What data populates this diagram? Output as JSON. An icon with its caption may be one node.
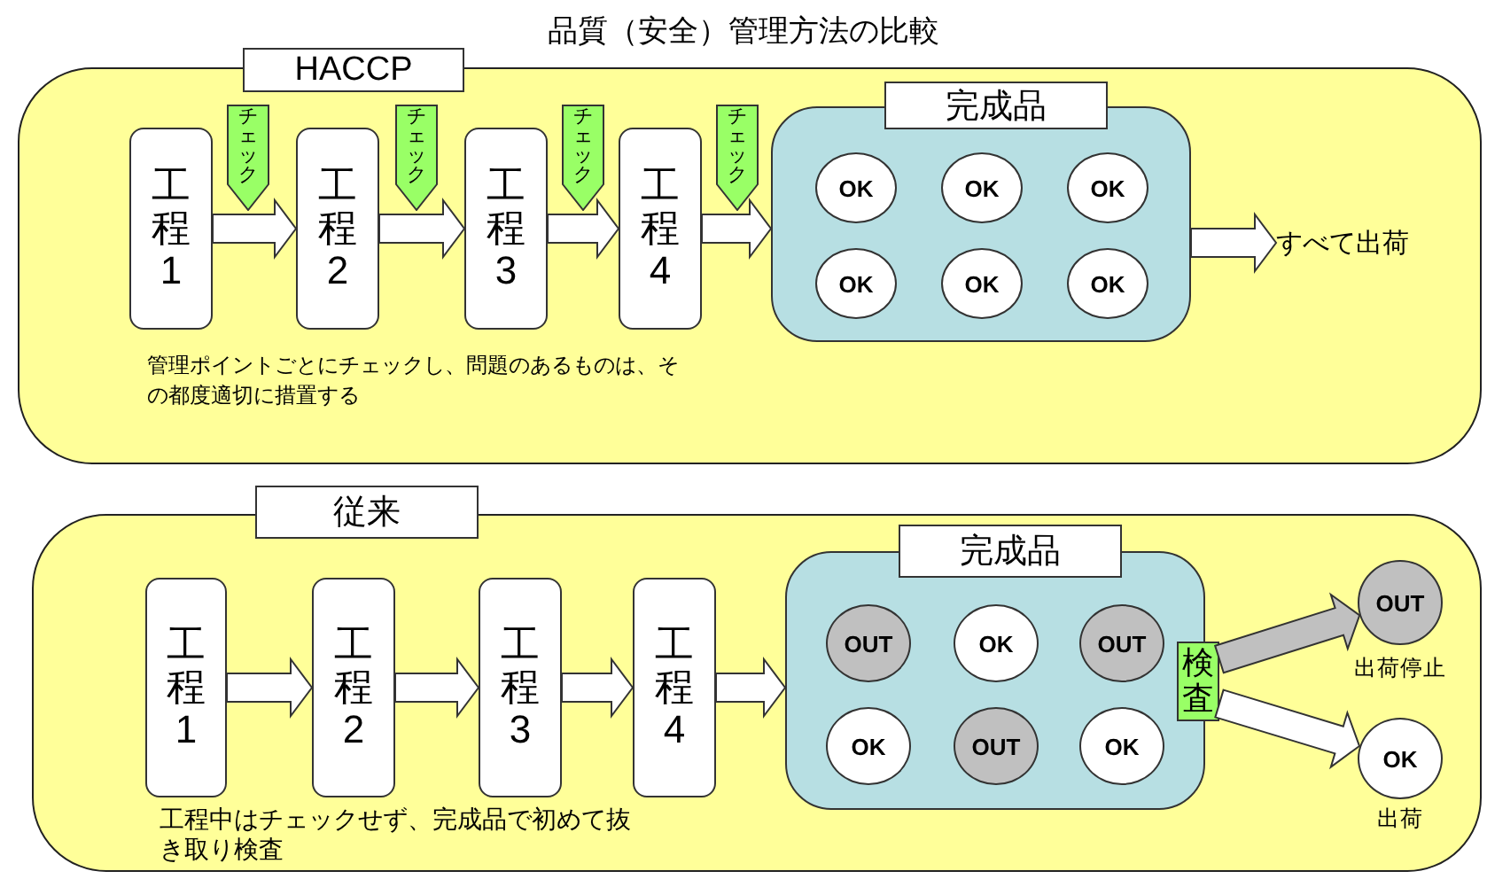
{
  "diagram": {
    "title": "品質（安全）管理方法の比較",
    "nodes": [
      {
        "text": [
          "HACCP",
          "管理ポイントごとにチェックし、問題のあるものは、その都度適切に措置する"
        ]
      },
      {
        "text": [
          "工程1"
        ],
        "in": 0
      },
      {
        "text": [
          "工程2"
        ],
        "in": 0
      },
      {
        "text": [
          "工程3"
        ],
        "in": 0
      },
      {
        "text": [
          "工程4"
        ],
        "in": 0
      },
      {
        "text": [
          "チェック"
        ],
        "in": 0
      },
      {
        "text": [
          "チェック"
        ],
        "in": 0
      },
      {
        "text": [
          "チェック"
        ],
        "in": 0
      },
      {
        "text": [
          "チェック"
        ],
        "in": 0
      },
      {
        "text": [
          "完成品"
        ],
        "in": 0
      },
      {
        "text": [
          "OK"
        ],
        "in": 9
      },
      {
        "text": [
          "OK"
        ],
        "in": 9
      },
      {
        "text": [
          "OK"
        ],
        "in": 9
      },
      {
        "text": [
          "OK"
        ],
        "in": 9
      },
      {
        "text": [
          "OK"
        ],
        "in": 9
      },
      {
        "text": [
          "OK"
        ],
        "in": 9
      },
      {
        "text": [
          "すべて出荷"
        ],
        "in": 0
      },
      {
        "text": [
          "従来",
          "工程中はチェックせず、完成品で初めて抜き取り検査"
        ]
      },
      {
        "text": [
          "工程1"
        ],
        "in": 17
      },
      {
        "text": [
          "工程2"
        ],
        "in": 17
      },
      {
        "text": [
          "工程3"
        ],
        "in": 17
      },
      {
        "text": [
          "工程4"
        ],
        "in": 17
      },
      {
        "text": [
          "完成品"
        ],
        "in": 17
      },
      {
        "text": [
          "OUT"
        ],
        "in": 22
      },
      {
        "text": [
          "OK"
        ],
        "in": 22
      },
      {
        "text": [
          "OUT"
        ],
        "in": 22
      },
      {
        "text": [
          "OK"
        ],
        "in": 22
      },
      {
        "text": [
          "OUT"
        ],
        "in": 22
      },
      {
        "text": [
          "OK"
        ],
        "in": 22
      },
      {
        "text": [
          "検査"
        ],
        "in": 17
      },
      {
        "text": [
          "OUT"
        ],
        "in": 17,
        "beside": [
          "出荷停止"
        ]
      },
      {
        "text": [
          "OK"
        ],
        "in": 17,
        "beside": [
          "出荷"
        ]
      }
    ],
    "edges": [
      {
        "from": 1,
        "to": 2,
        "arrow": "to"
      },
      {
        "from": 2,
        "to": 3,
        "arrow": "to"
      },
      {
        "from": 3,
        "to": 4,
        "arrow": "to"
      },
      {
        "from": 4,
        "to": 9,
        "arrow": "to"
      },
      {
        "from": 9,
        "to": 16,
        "arrow": "to"
      },
      {
        "from": 18,
        "to": 19,
        "arrow": "to"
      },
      {
        "from": 19,
        "to": 20,
        "arrow": "to"
      },
      {
        "from": 20,
        "to": 21,
        "arrow": "to"
      },
      {
        "from": 21,
        "to": 22,
        "arrow": "to"
      },
      {
        "from": 29,
        "to": 30,
        "arrow": "to",
        "color": "#c0c0c0"
      },
      {
        "from": 29,
        "to": 31,
        "arrow": "to"
      }
    ]
  }
}
